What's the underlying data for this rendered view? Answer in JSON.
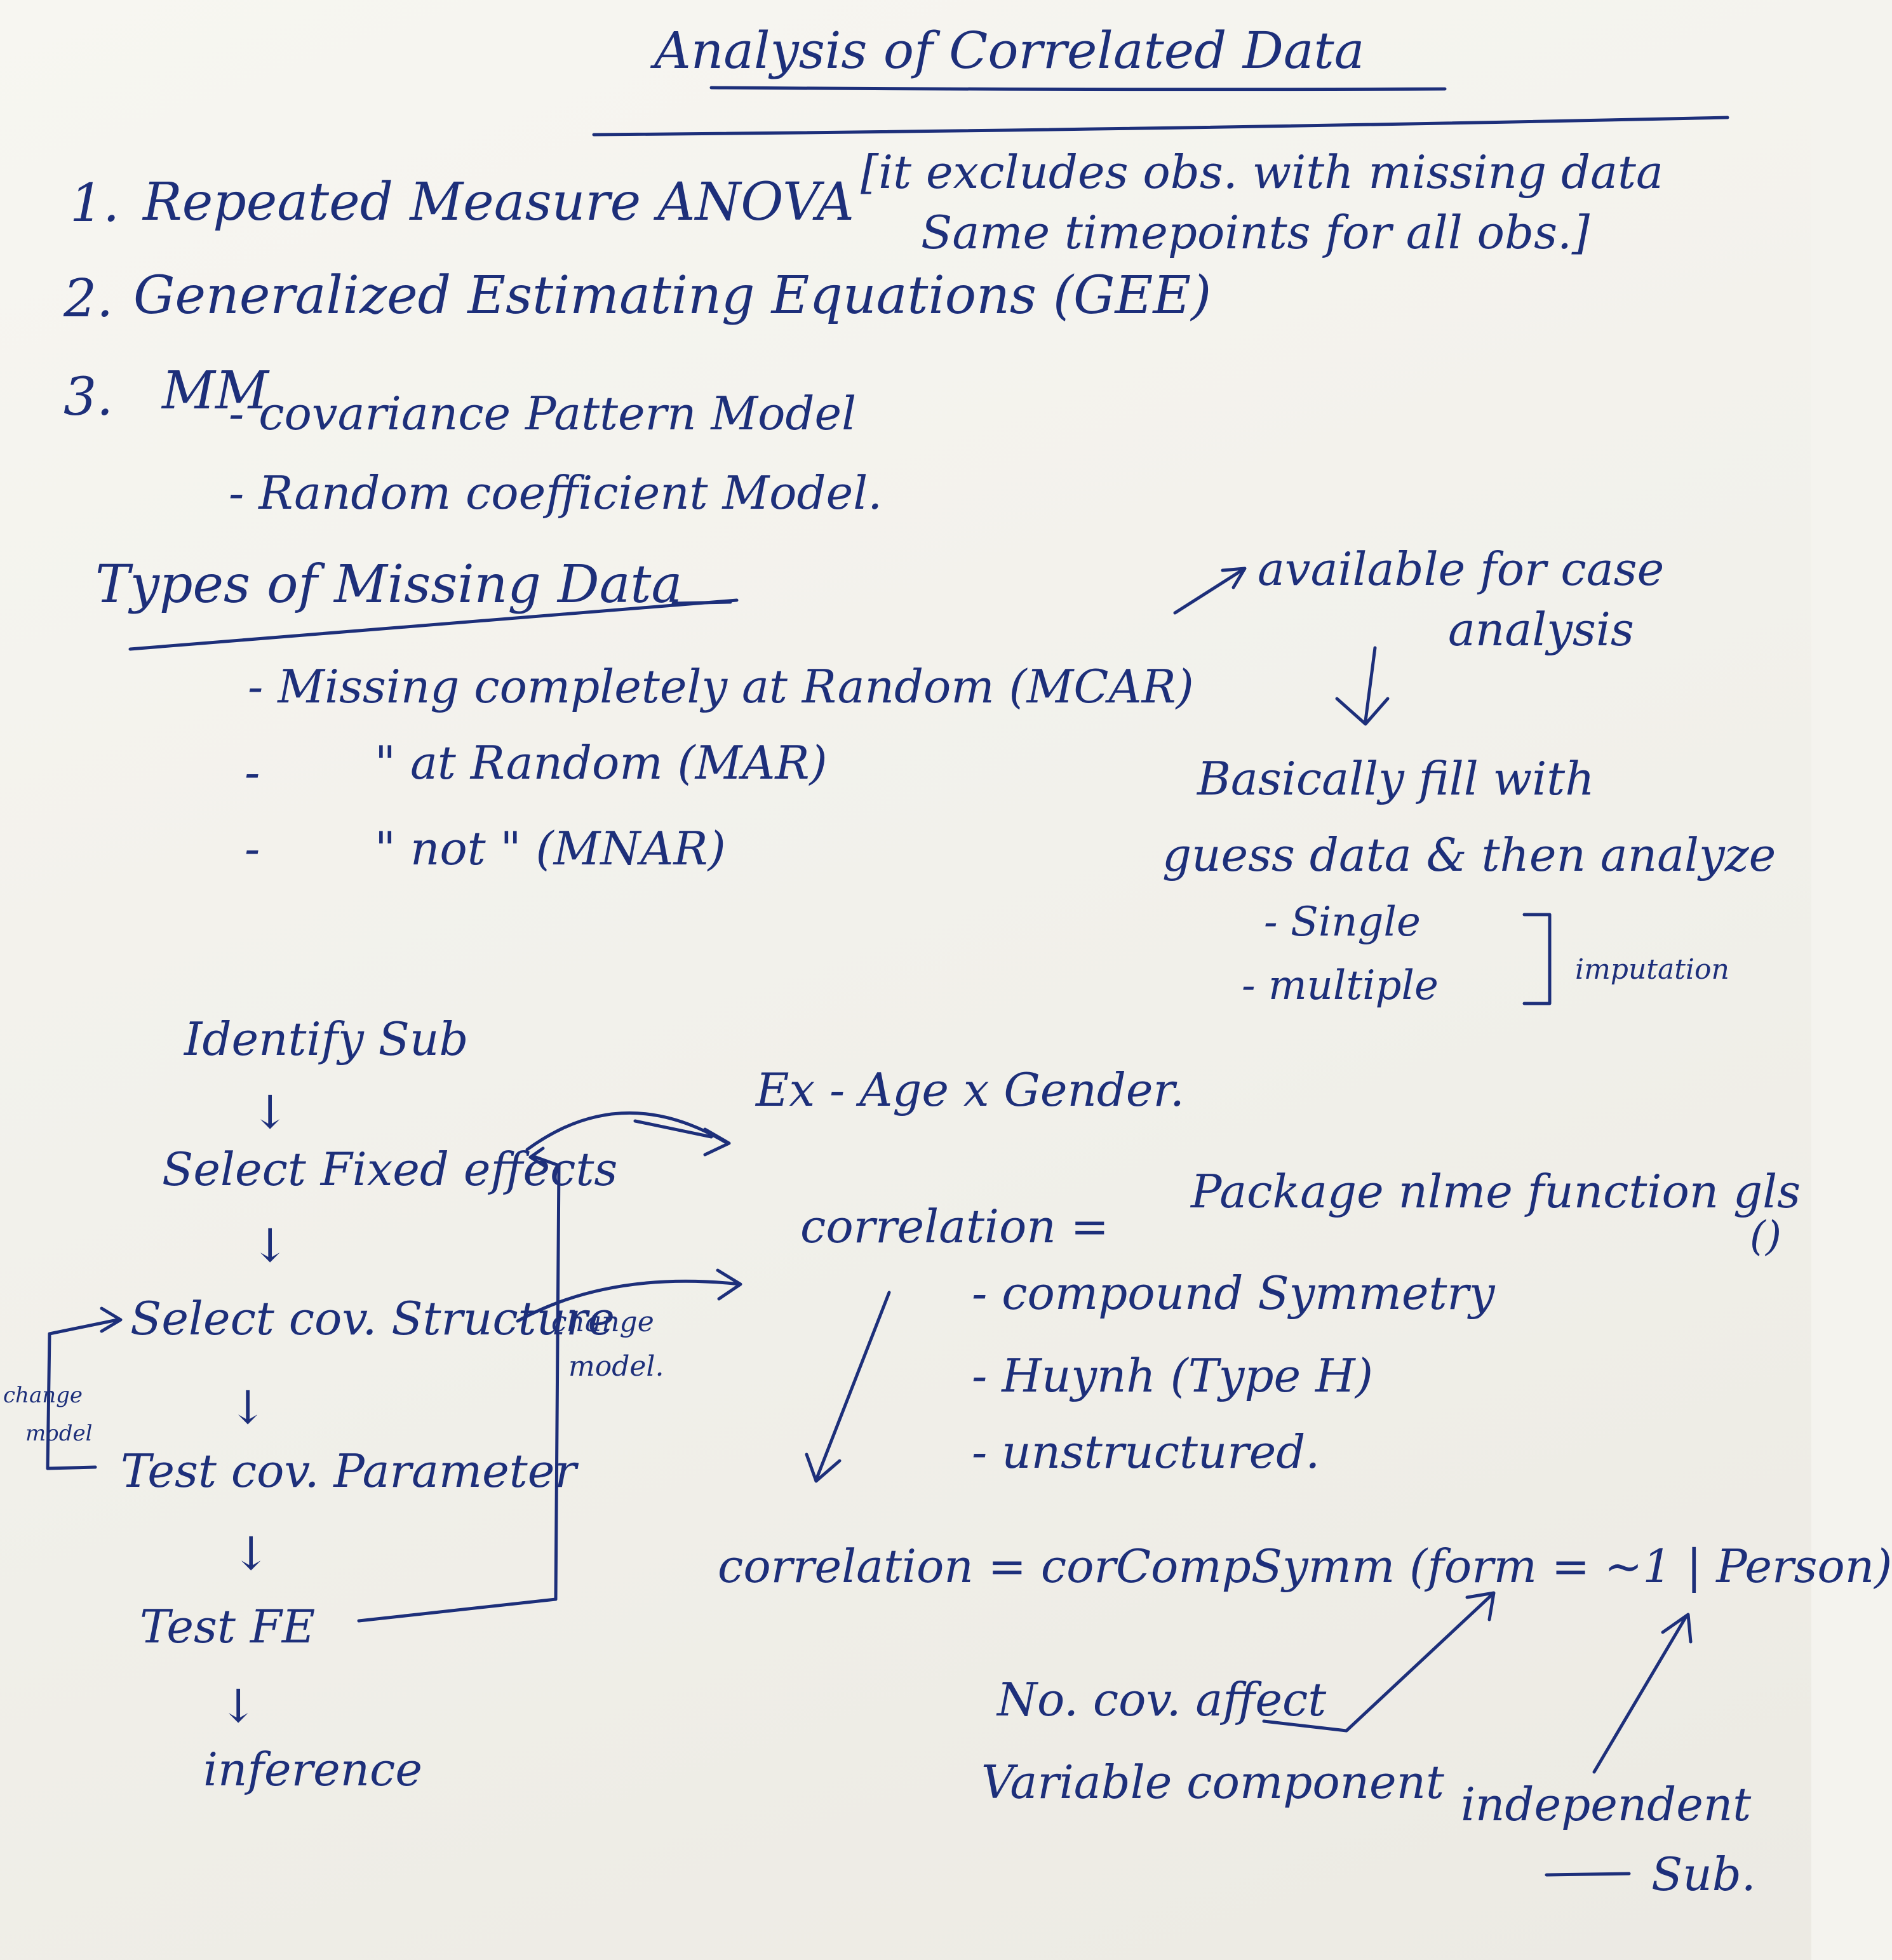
{
  "title": "Analysis of Correlated Data",
  "methods": [
    {
      "num": "1.",
      "text": "Repeated Measure ANOVA",
      "note_line1": "[it excludes obs. with missing data",
      "note_line2": "Same timepoints for all obs.]"
    },
    {
      "num": "2.",
      "text": "Generalized Estimating Equations (GEE)"
    },
    {
      "num": "3.",
      "text": "MM",
      "subitems": [
        "- covariance Pattern Model",
        "- Random coefficient Model."
      ]
    }
  ],
  "missing_data": {
    "heading": "Types of Missing Data",
    "items": [
      "- Missing completely at Random (MCAR)",
      "-",
      "\" at Random (MAR)",
      "-",
      "\" not \" (MNAR)"
    ],
    "note_available": "available for case",
    "note_analysis": "analysis",
    "basically": "Basically fill with",
    "guess": "guess data & then analyze",
    "single": "- Single",
    "multiple": "- multiple",
    "imputation": "imputation"
  },
  "flow": {
    "steps": [
      "Identify Sub",
      "Select Fixed effects",
      "Select cov. Structure",
      "Test cov. Parameter",
      "Test FE",
      "inference"
    ],
    "down_arrow": "↓",
    "change_model_left": [
      "change",
      "model"
    ],
    "change_model_right": [
      "change",
      "model."
    ]
  },
  "right_notes": {
    "example": "Ex - Age x Gender.",
    "correlation_label": "correlation =",
    "package": "Package nlme function gls",
    "paren": "()",
    "structures": [
      "- compound Symmetry",
      "- Huynh (Type H)",
      "- unstructured."
    ],
    "correlation_code": "correlation = corCompSymm (form = ~1 | Person)",
    "no_cov": "No. cov. affect",
    "variable_component": "Variable component",
    "independent": "independent",
    "sub": "Sub."
  }
}
